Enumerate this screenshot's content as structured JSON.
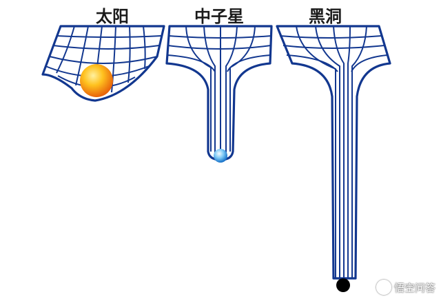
{
  "panels": [
    {
      "id": "sun",
      "title": "太阳"
    },
    {
      "id": "neutron_star",
      "title": "中子星"
    },
    {
      "id": "black_hole",
      "title": "黑洞"
    }
  ],
  "watermark": {
    "text": "悟空问答",
    "icon": "chat-bubble-icon"
  },
  "colors": {
    "grid_line": "#12378f",
    "grid_fill": "#ffffff",
    "sun_core": "#ffcf33",
    "sun_edge": "#e86a0c",
    "neutron_core": "#e6f6ff",
    "neutron_edge": "#1f8fe0",
    "black_hole": "#000000"
  }
}
